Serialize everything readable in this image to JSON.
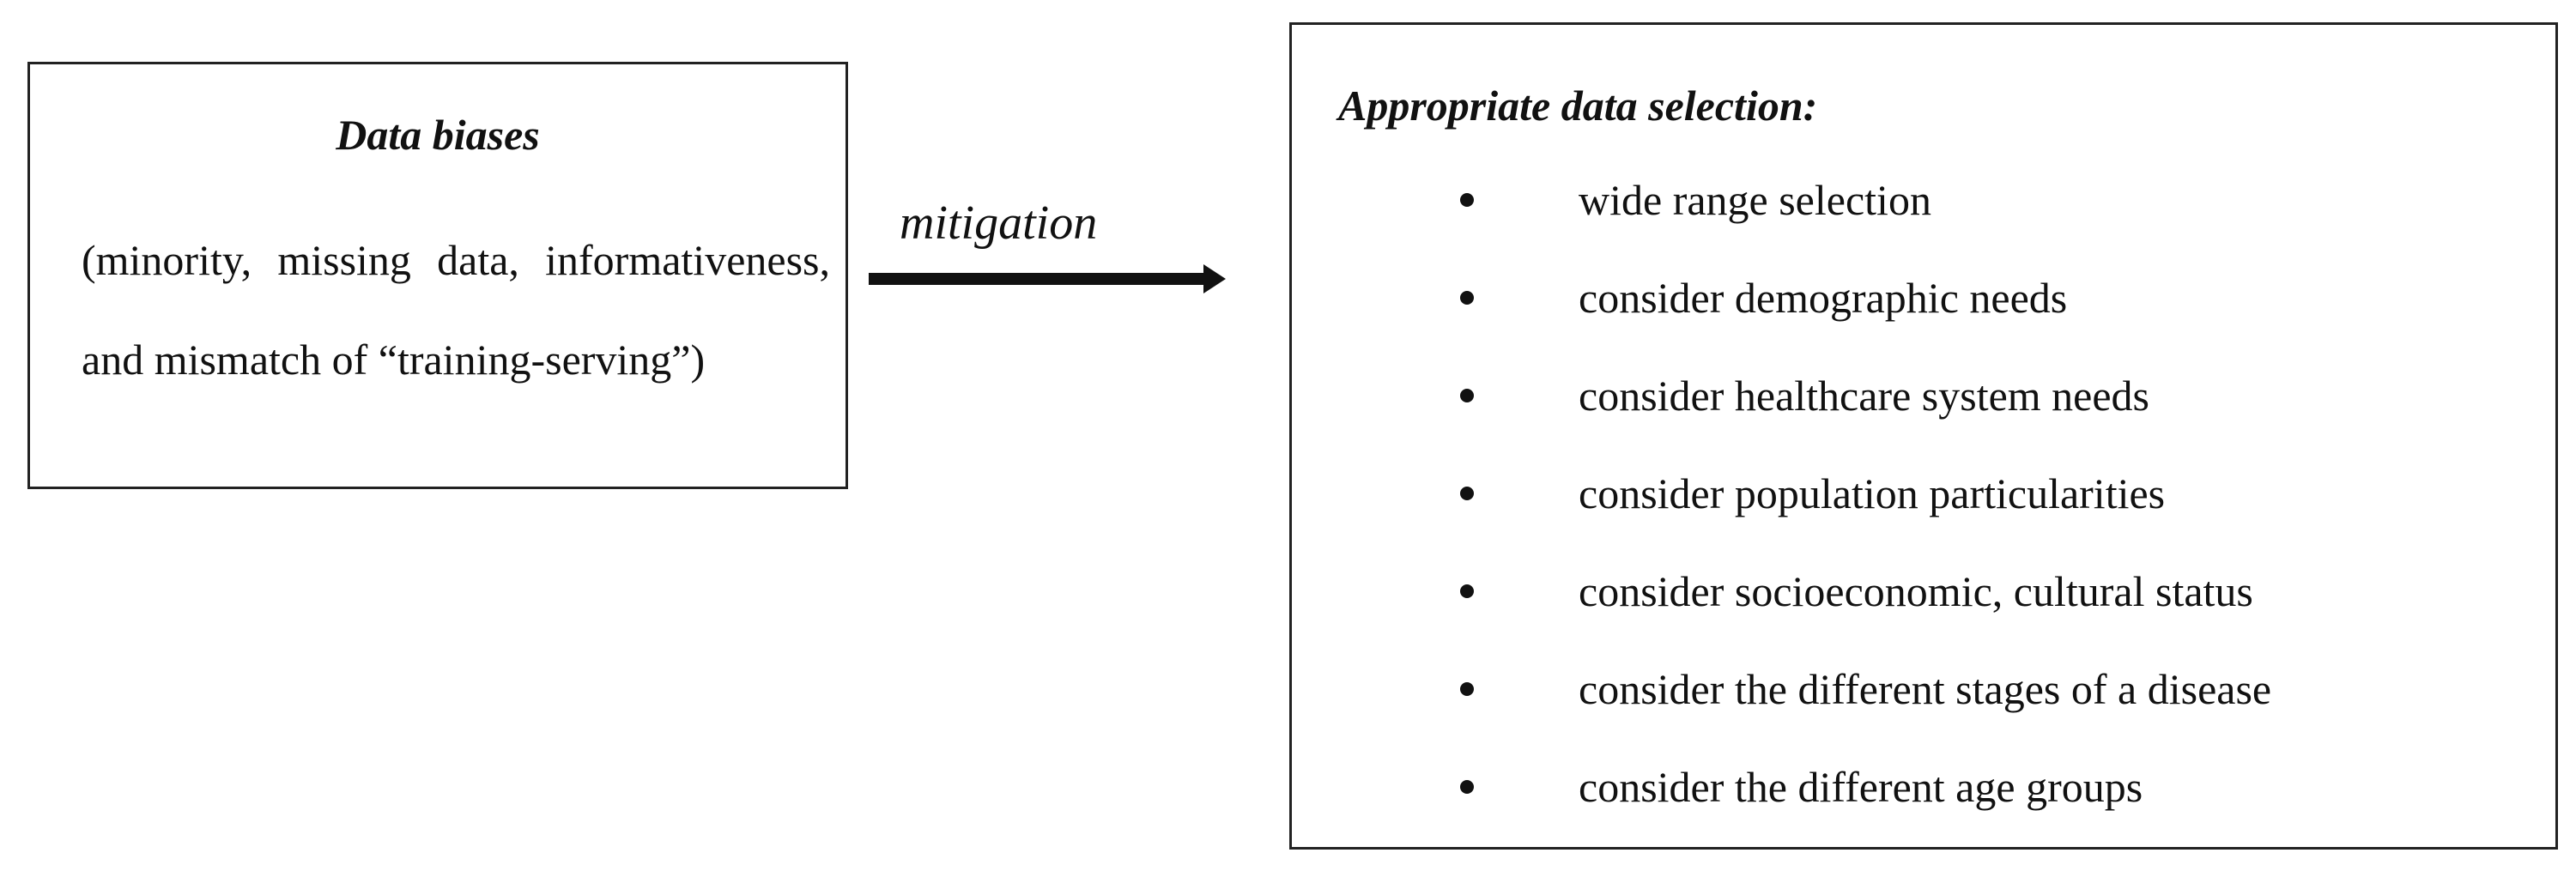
{
  "left_box": {
    "title": "Data biases",
    "body": "(minority, missing data, informativeness, and mismatch of “training-serving”)"
  },
  "arrow": {
    "label": "mitigation"
  },
  "right_box": {
    "title": "Appropriate data selection:",
    "items": [
      "wide range selection",
      "consider demographic needs",
      "consider healthcare system needs",
      "consider population particularities",
      "consider socioeconomic, cultural status",
      "consider the different stages of a disease",
      "consider the different age groups"
    ]
  }
}
